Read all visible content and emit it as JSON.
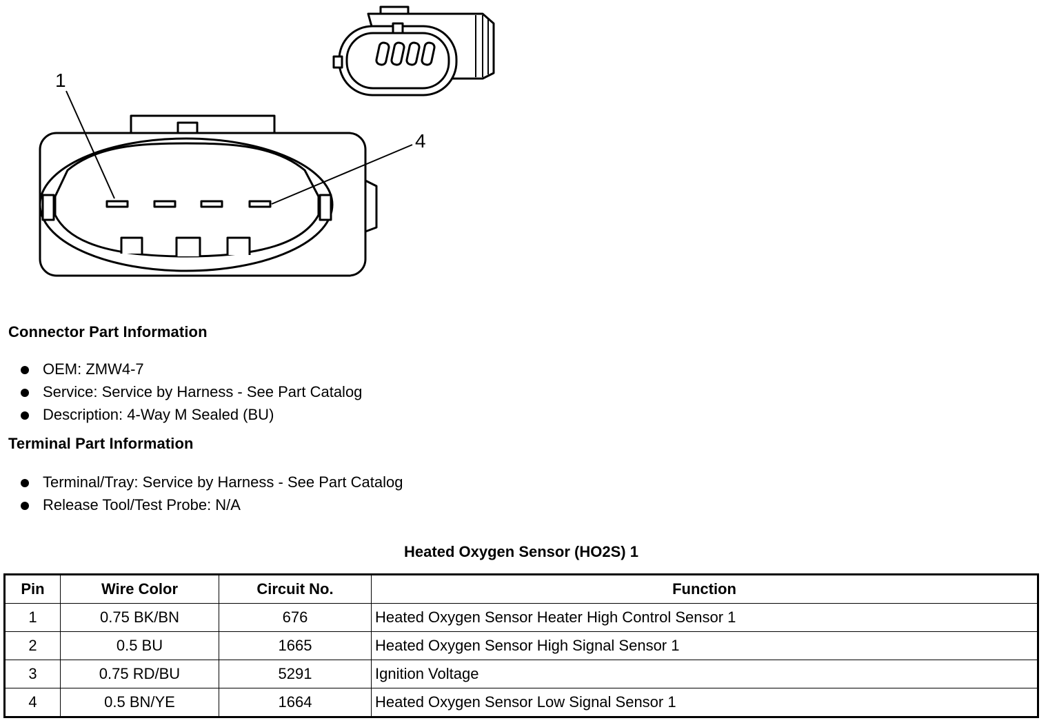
{
  "diagram": {
    "callouts": [
      "1",
      "4"
    ]
  },
  "connector_info": {
    "heading": "Connector Part Information",
    "items": [
      "OEM: ZMW4-7",
      "Service: Service by Harness - See Part Catalog",
      "Description: 4-Way M Sealed (BU)"
    ]
  },
  "terminal_info": {
    "heading": "Terminal Part Information",
    "items": [
      "Terminal/Tray: Service by Harness - See Part Catalog",
      "Release Tool/Test Probe: N/A"
    ]
  },
  "table": {
    "title": "Heated Oxygen Sensor (HO2S) 1",
    "headers": [
      "Pin",
      "Wire Color",
      "Circuit No.",
      "Function"
    ],
    "rows": [
      [
        "1",
        "0.75 BK/BN",
        "676",
        "Heated Oxygen Sensor Heater High Control Sensor 1"
      ],
      [
        "2",
        "0.5 BU",
        "1665",
        "Heated Oxygen Sensor High Signal Sensor 1"
      ],
      [
        "3",
        "0.75 RD/BU",
        "5291",
        "Ignition Voltage"
      ],
      [
        "4",
        "0.5 BN/YE",
        "1664",
        "Heated Oxygen Sensor Low Signal Sensor 1"
      ]
    ]
  }
}
